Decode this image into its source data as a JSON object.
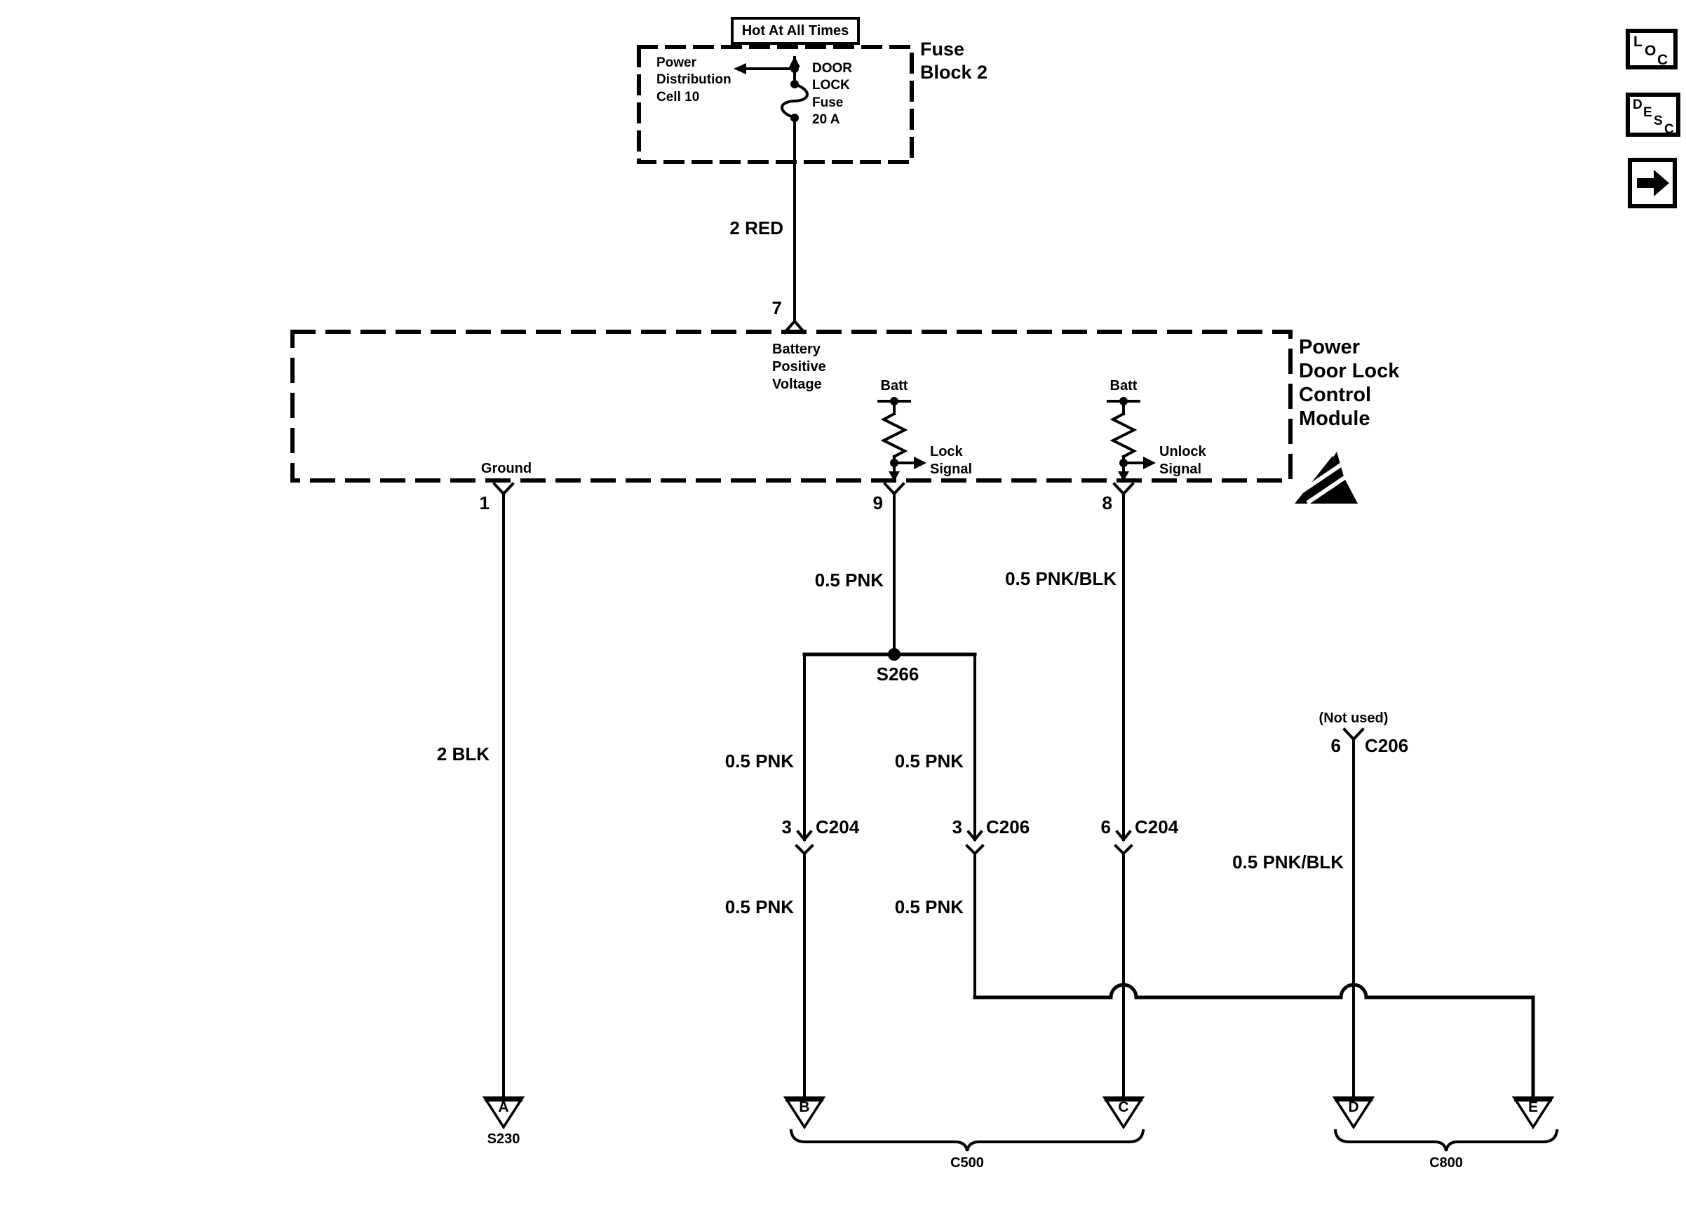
{
  "colors": {
    "ink": "#000000",
    "paper": "#ffffff"
  },
  "header_buttons": {
    "loc_letters": [
      "L",
      "O",
      "C"
    ],
    "desc_letters": [
      "D",
      "E",
      "S",
      "C"
    ]
  },
  "power_feed": {
    "banner": "Hot At All Times",
    "fuse_block_name": "Fuse Block 2",
    "distribution_ref": "Power Distribution Cell 10",
    "fuse_name": "DOOR LOCK Fuse 20 A",
    "wire_label": "2 RED"
  },
  "module": {
    "name": "Power Door Lock Control Module",
    "battery_pin": "7",
    "battery_function": "Battery Positive Voltage",
    "ground_function": "Ground",
    "ground_pin": "1",
    "lock_batt_label": "Batt",
    "unlock_batt_label": "Batt",
    "lock_signal": "Lock Signal",
    "unlock_signal": "Unlock Signal",
    "lock_pin": "9",
    "unlock_pin": "8"
  },
  "wires": {
    "ground": "2 BLK",
    "lock_feed": "0.5 PNK",
    "unlock_feed": "0.5 PNK/BLK",
    "branch_left_upper": "0.5 PNK",
    "branch_right_upper": "0.5 PNK",
    "branch_left_lower": "0.5 PNK",
    "branch_right_lower": "0.5 PNK",
    "spare": "0.5 PNK/BLK"
  },
  "splices": {
    "s266": "S266",
    "s230": "S230"
  },
  "connectors": {
    "left": {
      "pin": "3",
      "name": "C204"
    },
    "middle": {
      "pin": "3",
      "name": "C206"
    },
    "right": {
      "pin": "6",
      "name": "C204"
    },
    "spare": {
      "pin": "6",
      "name": "C206",
      "note": "(Not used)"
    },
    "c500": "C500",
    "c800": "C800"
  },
  "off_page_refs": {
    "a": "A",
    "b": "B",
    "c": "C",
    "d": "D",
    "e": "E"
  }
}
